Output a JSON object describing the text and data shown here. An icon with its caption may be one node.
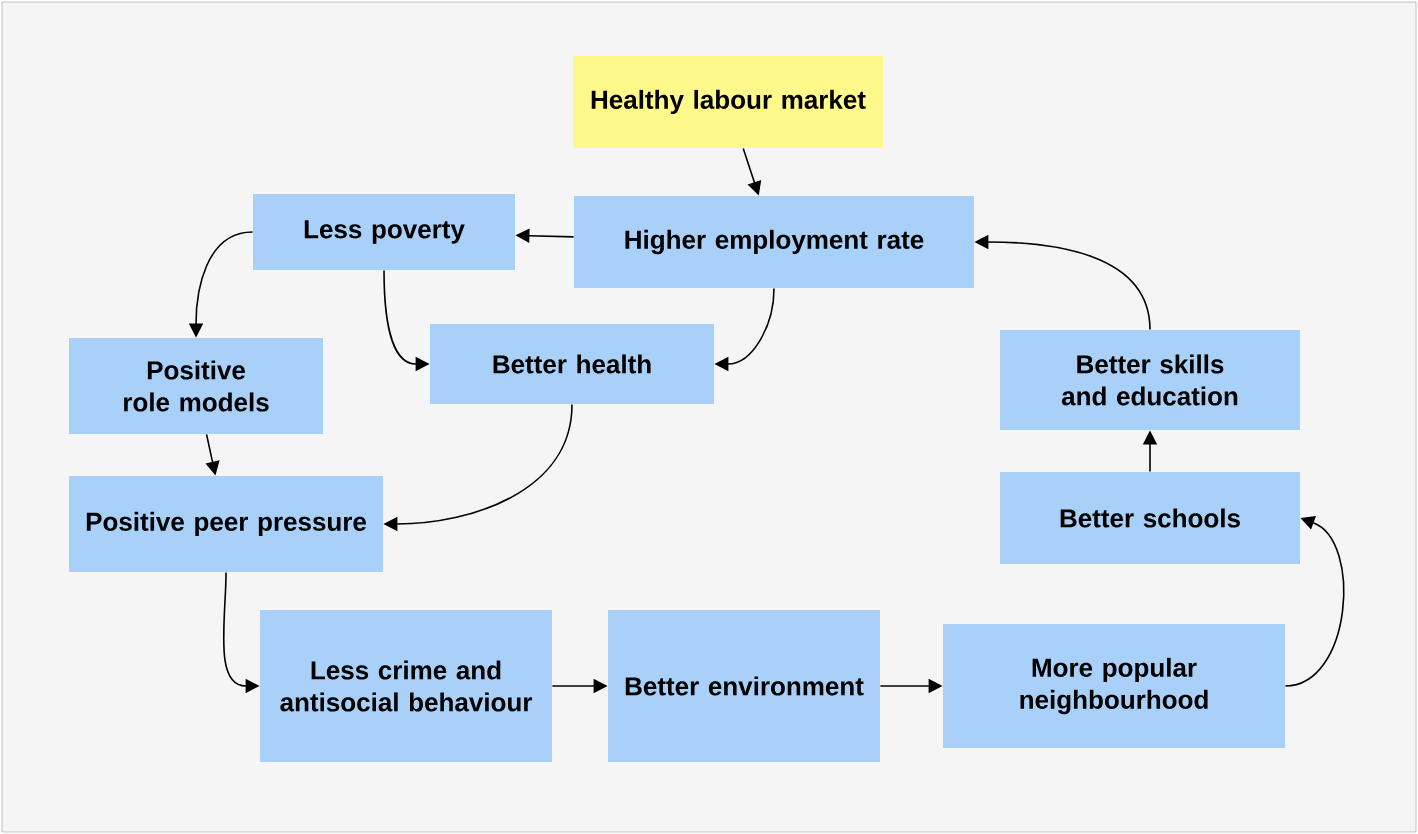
{
  "diagram": {
    "nodes": [
      {
        "text": [
          "Healthy labour market"
        ]
      },
      {
        "text": [
          "Higher employment rate"
        ]
      },
      {
        "text": [
          "Less poverty"
        ]
      },
      {
        "text": [
          "Better health"
        ]
      },
      {
        "text": [
          "Positive role models"
        ]
      },
      {
        "text": [
          "Positive peer pressure"
        ]
      },
      {
        "text": [
          "Less crime and antisocial behaviour"
        ]
      },
      {
        "text": [
          "Better environment"
        ]
      },
      {
        "text": [
          "More popular neighbourhood"
        ]
      },
      {
        "text": [
          "Better schools"
        ]
      },
      {
        "text": [
          "Better skills and education"
        ]
      }
    ],
    "edges": [
      {
        "from": 0,
        "to": 1,
        "arrow": "to"
      },
      {
        "from": 1,
        "to": 2,
        "arrow": "to"
      },
      {
        "from": 2,
        "to": 3,
        "arrow": "to"
      },
      {
        "from": 1,
        "to": 3,
        "arrow": "to"
      },
      {
        "from": 2,
        "to": 4,
        "arrow": "to"
      },
      {
        "from": 4,
        "to": 5,
        "arrow": "to"
      },
      {
        "from": 3,
        "to": 5,
        "arrow": "to"
      },
      {
        "from": 5,
        "to": 6,
        "arrow": "to"
      },
      {
        "from": 6,
        "to": 7,
        "arrow": "to"
      },
      {
        "from": 7,
        "to": 8,
        "arrow": "to"
      },
      {
        "from": 8,
        "to": 9,
        "arrow": "to"
      },
      {
        "from": 9,
        "to": 10,
        "arrow": "to"
      },
      {
        "from": 10,
        "to": 1,
        "arrow": "to"
      }
    ]
  }
}
